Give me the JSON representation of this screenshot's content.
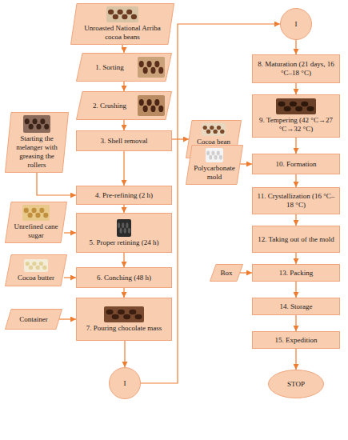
{
  "diagram": {
    "nodes": [
      {
        "text": [
          "Unroasted National Arriba cocoa beans"
        ]
      },
      {
        "text": [
          "1. Sorting"
        ]
      },
      {
        "text": [
          "2. Crushing"
        ]
      },
      {
        "text": [
          "Starting the melanger with greasing the rollers"
        ]
      },
      {
        "text": [
          "3. Shell removal"
        ]
      },
      {
        "text": [
          "Cocoa bean shell"
        ]
      },
      {
        "text": [
          "4. Pre-refining (2 h)"
        ]
      },
      {
        "text": [
          "Unrefined cane sugar"
        ]
      },
      {
        "text": [
          "5. Proper retining (24 h)"
        ]
      },
      {
        "text": [
          "Cocoa butter"
        ]
      },
      {
        "text": [
          "6. Conching (48 h)"
        ]
      },
      {
        "text": [
          "Container"
        ]
      },
      {
        "text": [
          "7. Pouring chocolate mass"
        ]
      },
      {
        "text": [
          "I"
        ]
      },
      {
        "text": [
          "I"
        ]
      },
      {
        "text": [
          "8. Maturation (21 days, 16 °C–18 °C)"
        ]
      },
      {
        "text": [
          "9. Tempering (42 °C→27 °C→32 °C)"
        ]
      },
      {
        "text": [
          "Polycarbonate mold"
        ]
      },
      {
        "text": [
          "10. Formation"
        ]
      },
      {
        "text": [
          "11. Crystallization (16 °C–18 °C)"
        ]
      },
      {
        "text": [
          "12. Taking out of the mold"
        ]
      },
      {
        "text": [
          "Box"
        ]
      },
      {
        "text": [
          "13. Packing"
        ]
      },
      {
        "text": [
          "14. Storage"
        ]
      },
      {
        "text": [
          "15. Expedition"
        ]
      },
      {
        "text": [
          "STOP"
        ]
      }
    ],
    "edges": [
      {
        "from": 0,
        "to": 1,
        "arrow": "to"
      },
      {
        "from": 1,
        "to": 2,
        "arrow": "to"
      },
      {
        "from": 2,
        "to": 4,
        "arrow": "to"
      },
      {
        "from": 4,
        "to": 5,
        "arrow": "to"
      },
      {
        "from": 3,
        "to": 6,
        "arrow": "to"
      },
      {
        "from": 4,
        "to": 6,
        "arrow": "to"
      },
      {
        "from": 6,
        "to": 8,
        "arrow": "to"
      },
      {
        "from": 7,
        "to": 8,
        "arrow": "to"
      },
      {
        "from": 8,
        "to": 10,
        "arrow": "to"
      },
      {
        "from": 9,
        "to": 10,
        "arrow": "to"
      },
      {
        "from": 10,
        "to": 12,
        "arrow": "to"
      },
      {
        "from": 11,
        "to": 12,
        "arrow": "to"
      },
      {
        "from": 12,
        "to": 13,
        "arrow": "to"
      },
      {
        "from": 13,
        "to": 14,
        "arrow": "to"
      },
      {
        "from": 14,
        "to": 15,
        "arrow": "to"
      },
      {
        "from": 15,
        "to": 16,
        "arrow": "to"
      },
      {
        "from": 16,
        "to": 18,
        "arrow": "to"
      },
      {
        "from": 17,
        "to": 18,
        "arrow": "to"
      },
      {
        "from": 18,
        "to": 19,
        "arrow": "to"
      },
      {
        "from": 19,
        "to": 20,
        "arrow": "to"
      },
      {
        "from": 20,
        "to": 22,
        "arrow": "to"
      },
      {
        "from": 21,
        "to": 22,
        "arrow": "to"
      },
      {
        "from": 22,
        "to": 23,
        "arrow": "to"
      },
      {
        "from": 23,
        "to": 24,
        "arrow": "to"
      },
      {
        "from": 24,
        "to": 25,
        "arrow": "to"
      }
    ]
  }
}
